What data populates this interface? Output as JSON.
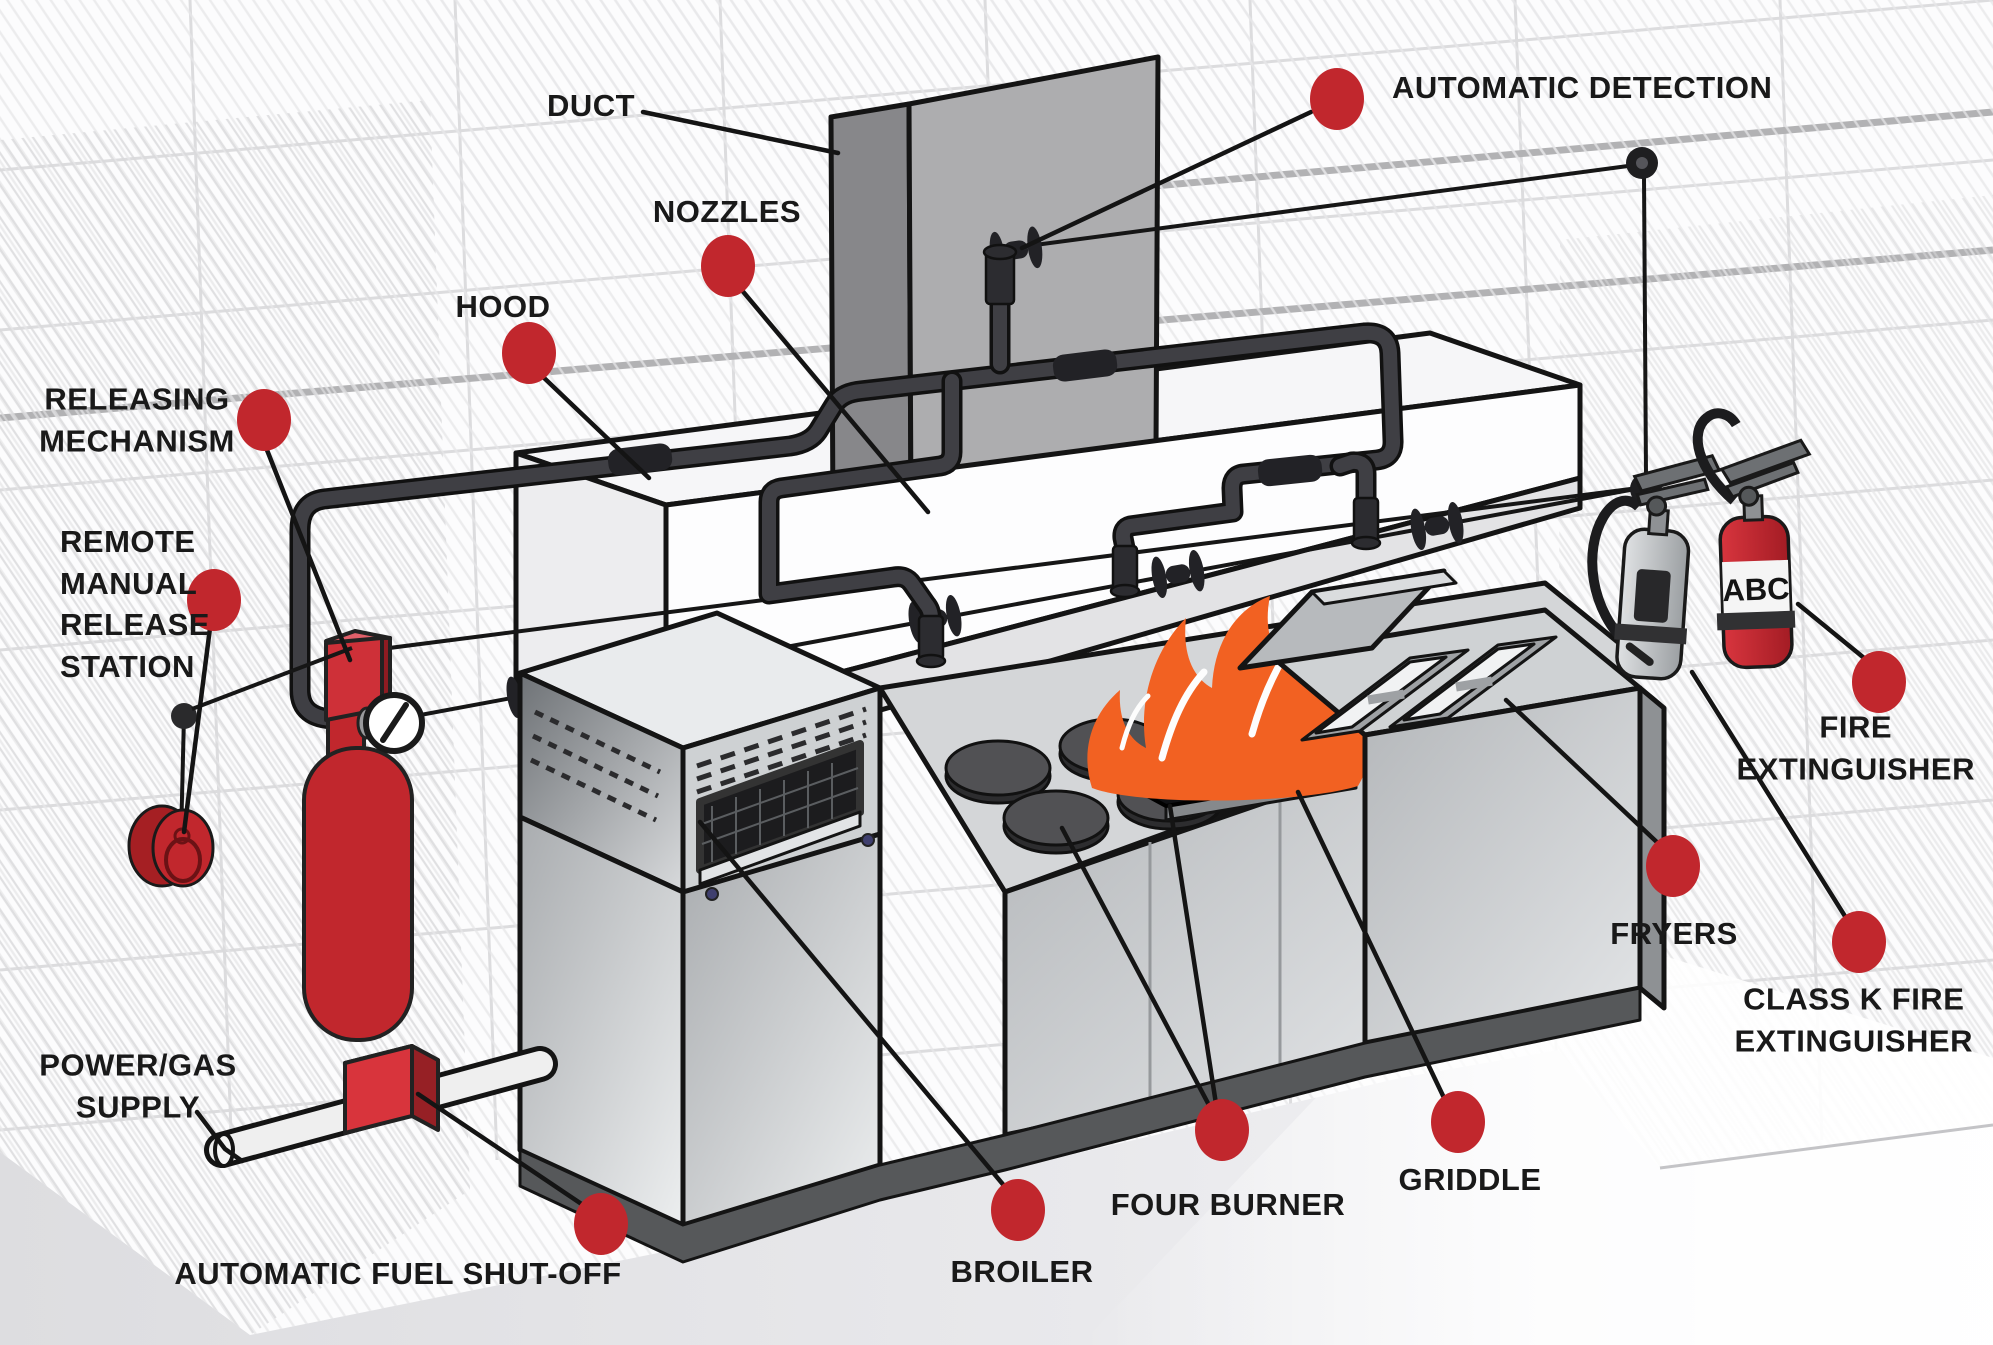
{
  "labels": {
    "duct": "DUCT",
    "nozzles": "NOZZLES",
    "hood": "HOOD",
    "releasing_mechanism": "RELEASING\nMECHANISM",
    "remote_manual_release_station": "REMOTE\nMANUAL\nRELEASE\nSTATION",
    "power_gas_supply": "POWER/GAS\nSUPPLY",
    "automatic_fuel_shutoff": "AUTOMATIC FUEL SHUT-OFF",
    "broiler": "BROILER",
    "four_burner": "FOUR BURNER",
    "griddle": "GRIDDLE",
    "fryers": "FRYERS",
    "class_k_fire_extinguisher": "CLASS K FIRE\nEXTINGUISHER",
    "fire_extinguisher": "FIRE\nEXTINGUISHER",
    "automatic_detection": "AUTOMATIC DETECTION"
  },
  "extinguishers": {
    "abc_label": "ABC"
  },
  "colors": {
    "callout_red": "#c1272d",
    "flame_orange": "#f26122",
    "tank_red": "#c1272d",
    "pipe_charcoal": "#3f3f44"
  }
}
